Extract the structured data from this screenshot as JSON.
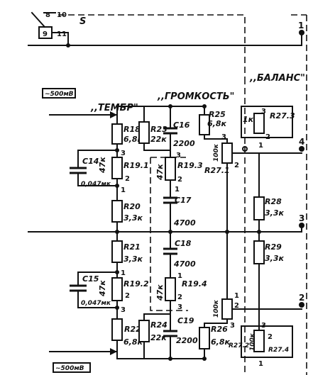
{
  "connector": {
    "pins": [
      "8",
      "10",
      "9",
      "11"
    ],
    "switch_label": "S"
  },
  "labels": {
    "tone": ",,ТЕМБР\"",
    "volume": ",,ГРОМКОСТЬ\"",
    "balance": ",,БАЛАНС\"",
    "input_top": "~500мВ",
    "input_bottom": "~500мВ"
  },
  "components": {
    "R18": {
      "ref": "R18",
      "value": "6,8к"
    },
    "R23": {
      "ref": "R23",
      "value": "22к"
    },
    "C16": {
      "ref": "C16",
      "value": "2200"
    },
    "R25": {
      "ref": "R25",
      "value": "6,8к"
    },
    "R27_3": {
      "ref": "R27.3",
      "value": "1к"
    },
    "C14": {
      "ref": "C14",
      "value": "0,047мк"
    },
    "R19_1": {
      "ref": "R19.1",
      "value": "47к"
    },
    "R19_3": {
      "ref": "R19.3",
      "value": "47к"
    },
    "R27_1": {
      "ref": "R27.1",
      "value": "100к"
    },
    "C17": {
      "ref": "C17",
      "value": "4700"
    },
    "R20": {
      "ref": "R20",
      "value": "3,3к"
    },
    "R28": {
      "ref": "R28",
      "value": "3,3к"
    },
    "R21": {
      "ref": "R21",
      "value": "3,3к"
    },
    "C18": {
      "ref": "C18",
      "value": "4700"
    },
    "R29": {
      "ref": "R29",
      "value": "3,3к"
    },
    "C15": {
      "ref": "C15",
      "value": "0,047мк"
    },
    "R19_2": {
      "ref": "R19.2",
      "value": "47к"
    },
    "R19_4": {
      "ref": "R19.4",
      "value": "47к"
    },
    "R22": {
      "ref": "R22",
      "value": "6,8к"
    },
    "R24": {
      "ref": "R24",
      "value": "22к"
    },
    "C19": {
      "ref": "C19",
      "value": "2200"
    },
    "R26": {
      "ref": "R26",
      "value": "6,8к"
    },
    "R27_2": {
      "ref": "R27.2",
      "value": "100к"
    },
    "R27_4": {
      "ref": "R27.4",
      "value": "100к"
    }
  },
  "terminals": [
    "1",
    "4",
    "3",
    "2"
  ],
  "pot_pins": [
    "1",
    "2",
    "3"
  ]
}
